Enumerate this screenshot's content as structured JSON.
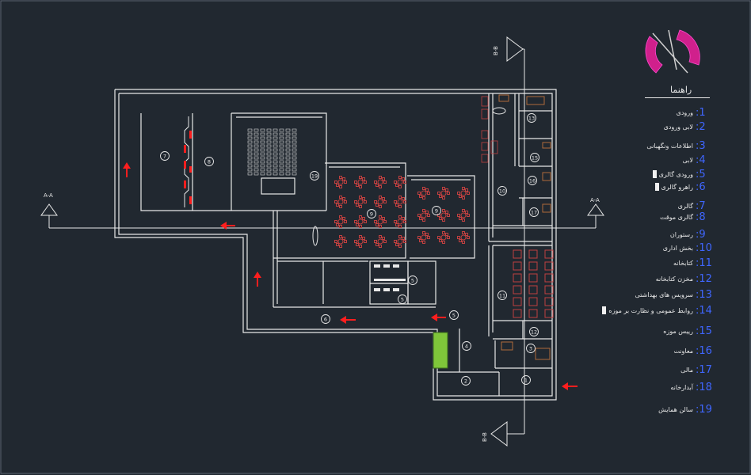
{
  "legend": {
    "title": "راهنما",
    "items": [
      {
        "num": "1",
        "label": "ورودی",
        "mark": false
      },
      {
        "num": "2",
        "label": "لابی ورودی",
        "mark": false
      },
      {
        "num": "3",
        "label": "اطلاعات ونگهبانی",
        "mark": false
      },
      {
        "num": "4",
        "label": "لابی",
        "mark": false
      },
      {
        "num": "5",
        "label": "ورودی گالری",
        "mark": true
      },
      {
        "num": "6",
        "label": "راهرو گالری",
        "mark": true
      },
      {
        "num": "7",
        "label": "گالری",
        "mark": false
      },
      {
        "num": "8",
        "label": "گالری موقت",
        "mark": false
      },
      {
        "num": "9",
        "label": "رستوران",
        "mark": false
      },
      {
        "num": "10",
        "label": "بخش اداری",
        "mark": false
      },
      {
        "num": "11",
        "label": "کتابخانه",
        "mark": false
      },
      {
        "num": "12",
        "label": "مخزن کتابخانه",
        "mark": false
      },
      {
        "num": "13",
        "label": "سرویس های بهداشتی",
        "mark": false
      },
      {
        "num": "14",
        "label": "روابط عمومی و نظارت بر موزه",
        "mark": true
      },
      {
        "num": "15",
        "label": "رییس موزه",
        "mark": false
      },
      {
        "num": "16",
        "label": "معاونت",
        "mark": false
      },
      {
        "num": "17",
        "label": "مالی",
        "mark": false
      },
      {
        "num": "18",
        "label": "آبدارخانه",
        "mark": false
      },
      {
        "num": "19",
        "label": "سالن همایش",
        "mark": false
      }
    ]
  },
  "sections": {
    "aa_left": "A-A",
    "aa_right": "A-A",
    "bb_top": "B-B",
    "bb_bottom": "B-B"
  },
  "rooms": [
    {
      "num": "7"
    },
    {
      "num": "8"
    },
    {
      "num": "19"
    },
    {
      "num": "9"
    },
    {
      "num": "9"
    },
    {
      "num": "10"
    },
    {
      "num": "13"
    },
    {
      "num": "15"
    },
    {
      "num": "16"
    },
    {
      "num": "17"
    },
    {
      "num": "11"
    },
    {
      "num": "12"
    },
    {
      "num": "5"
    },
    {
      "num": "5"
    },
    {
      "num": "6"
    },
    {
      "num": "4"
    },
    {
      "num": "2"
    },
    {
      "num": "1"
    },
    {
      "num": "3"
    },
    {
      "num": "5"
    }
  ],
  "colors": {
    "background": "#212830",
    "line": "#e8e8e8",
    "furniture": "#b03838",
    "arrow": "#ff1e1e",
    "legend_number": "#3f66ff",
    "planter": "#7fc63a",
    "compass": "#d0208c"
  }
}
